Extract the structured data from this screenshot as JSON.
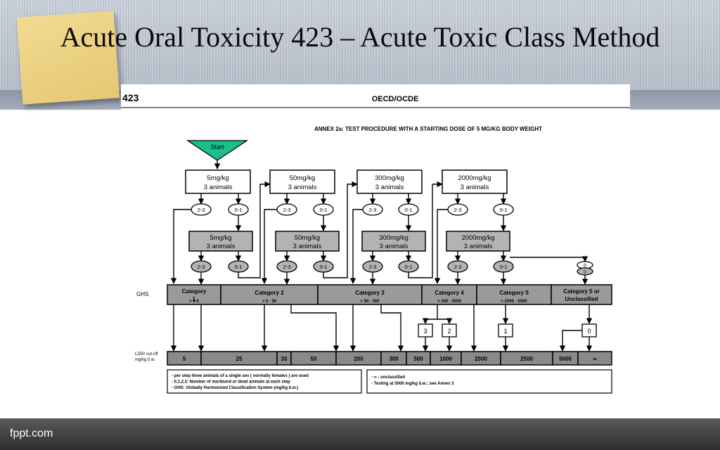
{
  "slide": {
    "title": "Acute Oral Toxicity 423 – Acute Toxic Class Method",
    "footer": "fppt.com"
  },
  "figure": {
    "doc_number": "423",
    "doc_header": "OECD/OCDE",
    "annex_title": "ANNEX 2a: TEST PROCEDURE WITH A STARTING DOSE OF 5 MG/KG BODY WEIGHT",
    "start_label": "Start",
    "animals_label": "3 animals",
    "doses": [
      "5mg/kg",
      "50mg/kg",
      "300mg/kg",
      "2000mg/kg"
    ],
    "outcome_high": "2-3",
    "outcome_low": "0-1",
    "outcome_zero": "0",
    "ghs_label": "GHS",
    "categories": [
      {
        "name": "Category\n1",
        "range": "> 0-5"
      },
      {
        "name": "Category 2",
        "range": "> 5 - 50"
      },
      {
        "name": "Category 3",
        "range": "> 50 - 300"
      },
      {
        "name": "Category 4",
        "range": "> 300 - 2000"
      },
      {
        "name": "Category 5",
        "range": "> 2000 - 5000"
      },
      {
        "name": "Category 5 or\nUnclassified",
        "range": ""
      }
    ],
    "deaths": [
      "3",
      "2",
      "1",
      "0"
    ],
    "ld50_label": "LD50  cut-off\nmg/kg b.w.",
    "ld50_values": [
      "5",
      "25",
      "30",
      "50",
      "200",
      "300",
      "500",
      "1000",
      "2000",
      "2500",
      "5000",
      "∞"
    ],
    "notes_left": [
      "- per  step three animals of a single  sex ( normally females ) are used",
      "- 0,1,2,3:   Number of moribund  or dead animals at each step",
      "- GHS:  Globally Harmonized Classification System (mg/kg b.w.)"
    ],
    "notes_right": [
      "- ∞ : unclassified",
      "- Testing at 5000 mg/kg b.w.: see  Annex 3"
    ]
  },
  "colors": {
    "start_fill": "#19c08c",
    "gray_box": "#b3b3b3",
    "ghs_fill": "#9a9a9a",
    "ld50_fill": "#8a8a8a"
  }
}
